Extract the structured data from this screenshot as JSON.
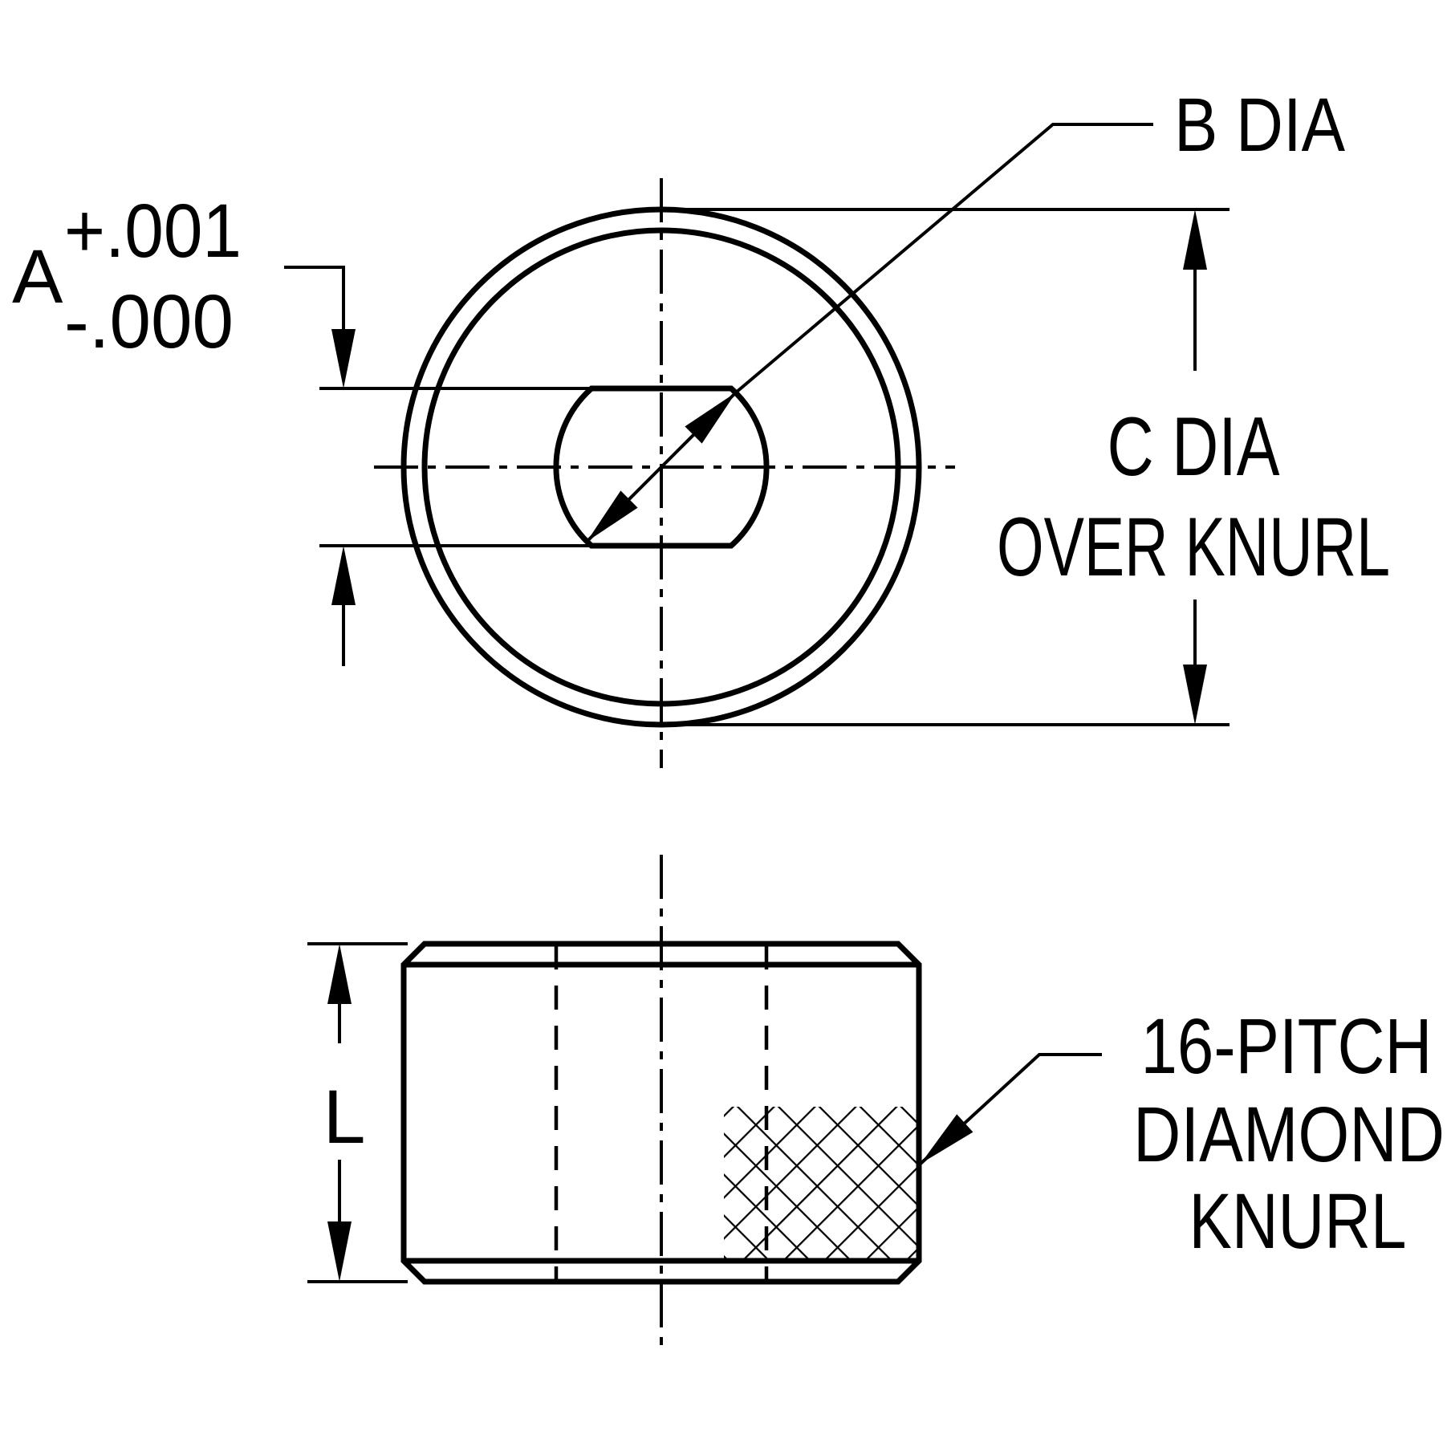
{
  "drawing": {
    "colors": {
      "line": "#000000",
      "background": "#ffffff"
    },
    "top_view": {
      "datum_label": "A",
      "tolerance_plus": "+.001",
      "tolerance_minus": "-.000",
      "hole_dia_label": "B DIA",
      "outer_dia_label_line1": "C DIA",
      "outer_dia_label_line2": "OVER KNURL"
    },
    "side_view": {
      "length_label": "L",
      "knurl_label_line1": "16-PITCH",
      "knurl_label_line2": "DIAMOND",
      "knurl_label_line3": "KNURL"
    }
  }
}
